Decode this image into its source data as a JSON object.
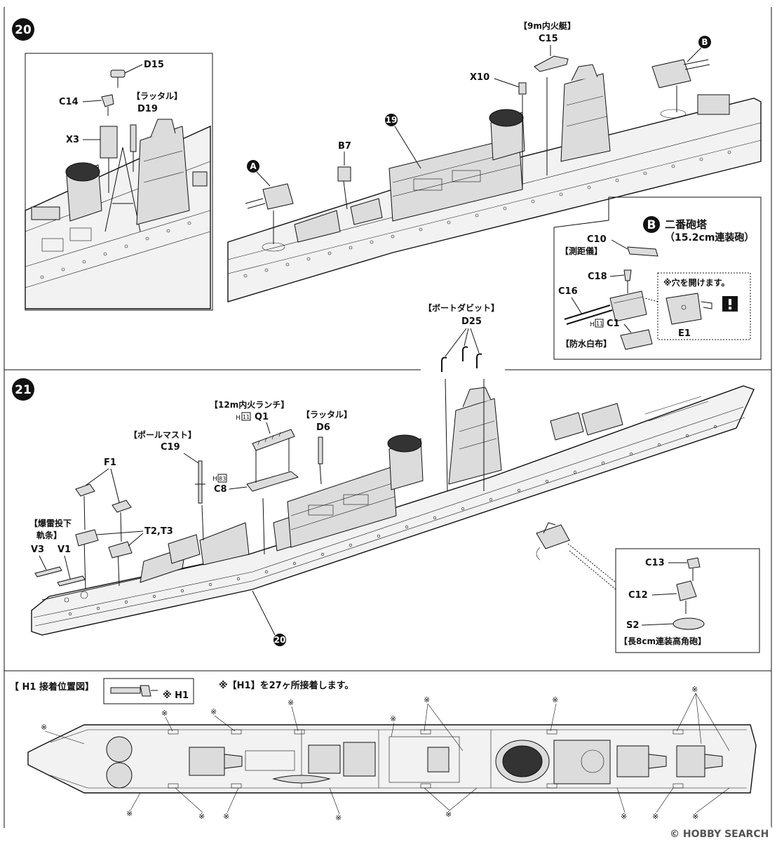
{
  "steps": {
    "s20": "20",
    "s21": "21",
    "ref19": "19",
    "ref20": "20"
  },
  "markers": {
    "a": "A",
    "b": "B"
  },
  "step20": {
    "d15": "D15",
    "c14": "C14",
    "ladder_bracket": "【ラッタル】",
    "d19": "D19",
    "x3": "X3",
    "b7": "B7",
    "x10": "X10",
    "boat_bracket": "【9m内火艇】",
    "c15": "C15"
  },
  "turret_b": {
    "title": "二番砲塔",
    "subtitle": "（15.2cm連装砲）",
    "c10": "C10",
    "rangefinder": "【測距儀】",
    "c18": "C18",
    "c16": "C16",
    "h11": "11",
    "c1": "C1",
    "blast_bag": "【防水白布】",
    "drill_note": "※穴を開けます。",
    "e1": "E1"
  },
  "step21": {
    "davit_bracket": "【ボートダビット】",
    "d25": "D25",
    "launch_bracket": "【12m内火ランチ】",
    "h11": "11",
    "q1": "Q1",
    "ladder_bracket": "【ラッタル】",
    "d6": "D6",
    "pole_mast_bracket": "【ポールマスト】",
    "c19": "C19",
    "h83": "83",
    "c8": "C8",
    "f1": "F1",
    "depth_charge_1": "【爆雷投下",
    "depth_charge_2": "軌条】",
    "v3": "V3",
    "v1": "V1",
    "t2t3": "T2,T3"
  },
  "aa_gun": {
    "c13": "C13",
    "c12": "C12",
    "s2": "S2",
    "title": "【長8cm連装高角砲】"
  },
  "h1_section": {
    "title": "【 H1 接着位置図】",
    "legend_h1": "※ H1",
    "note": "※【H1】を27ヶ所接着します。",
    "h_prefix": "H",
    "asterisk": "※"
  },
  "watermark": "© HOBBY SEARCH"
}
